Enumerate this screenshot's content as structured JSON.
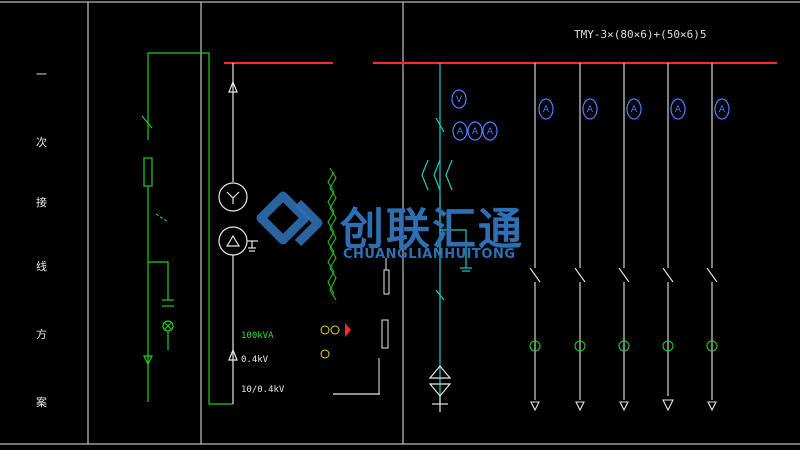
{
  "title_column": {
    "chars": [
      "一",
      "次",
      "接",
      "线",
      "方",
      "案"
    ]
  },
  "busbar": {
    "label": "TMY-3×(80×6)+(50×6)5"
  },
  "transformer": {
    "rating_lines": [
      "100kVA",
      "0.4kV",
      "10/0.4kV"
    ]
  },
  "watermark": {
    "title": "创联汇通",
    "subtitle": "CHUANGLIANHUITONG"
  },
  "meters": {
    "incoming": [
      "V",
      "A",
      "A",
      "A"
    ],
    "feeders": [
      "A",
      "A",
      "A",
      "A",
      "A"
    ]
  },
  "colors": {
    "background": "#000000",
    "busbar": "#ff2a2a",
    "wire_green": "#22cc22",
    "wire_cyan": "#20c8c8",
    "frame": "#e6e6e6",
    "meter_blue": "#4d7fff",
    "watermark_blue": "#2e6fb3",
    "label_green": "#33dd33",
    "label_yellow": "#e6d52a"
  }
}
